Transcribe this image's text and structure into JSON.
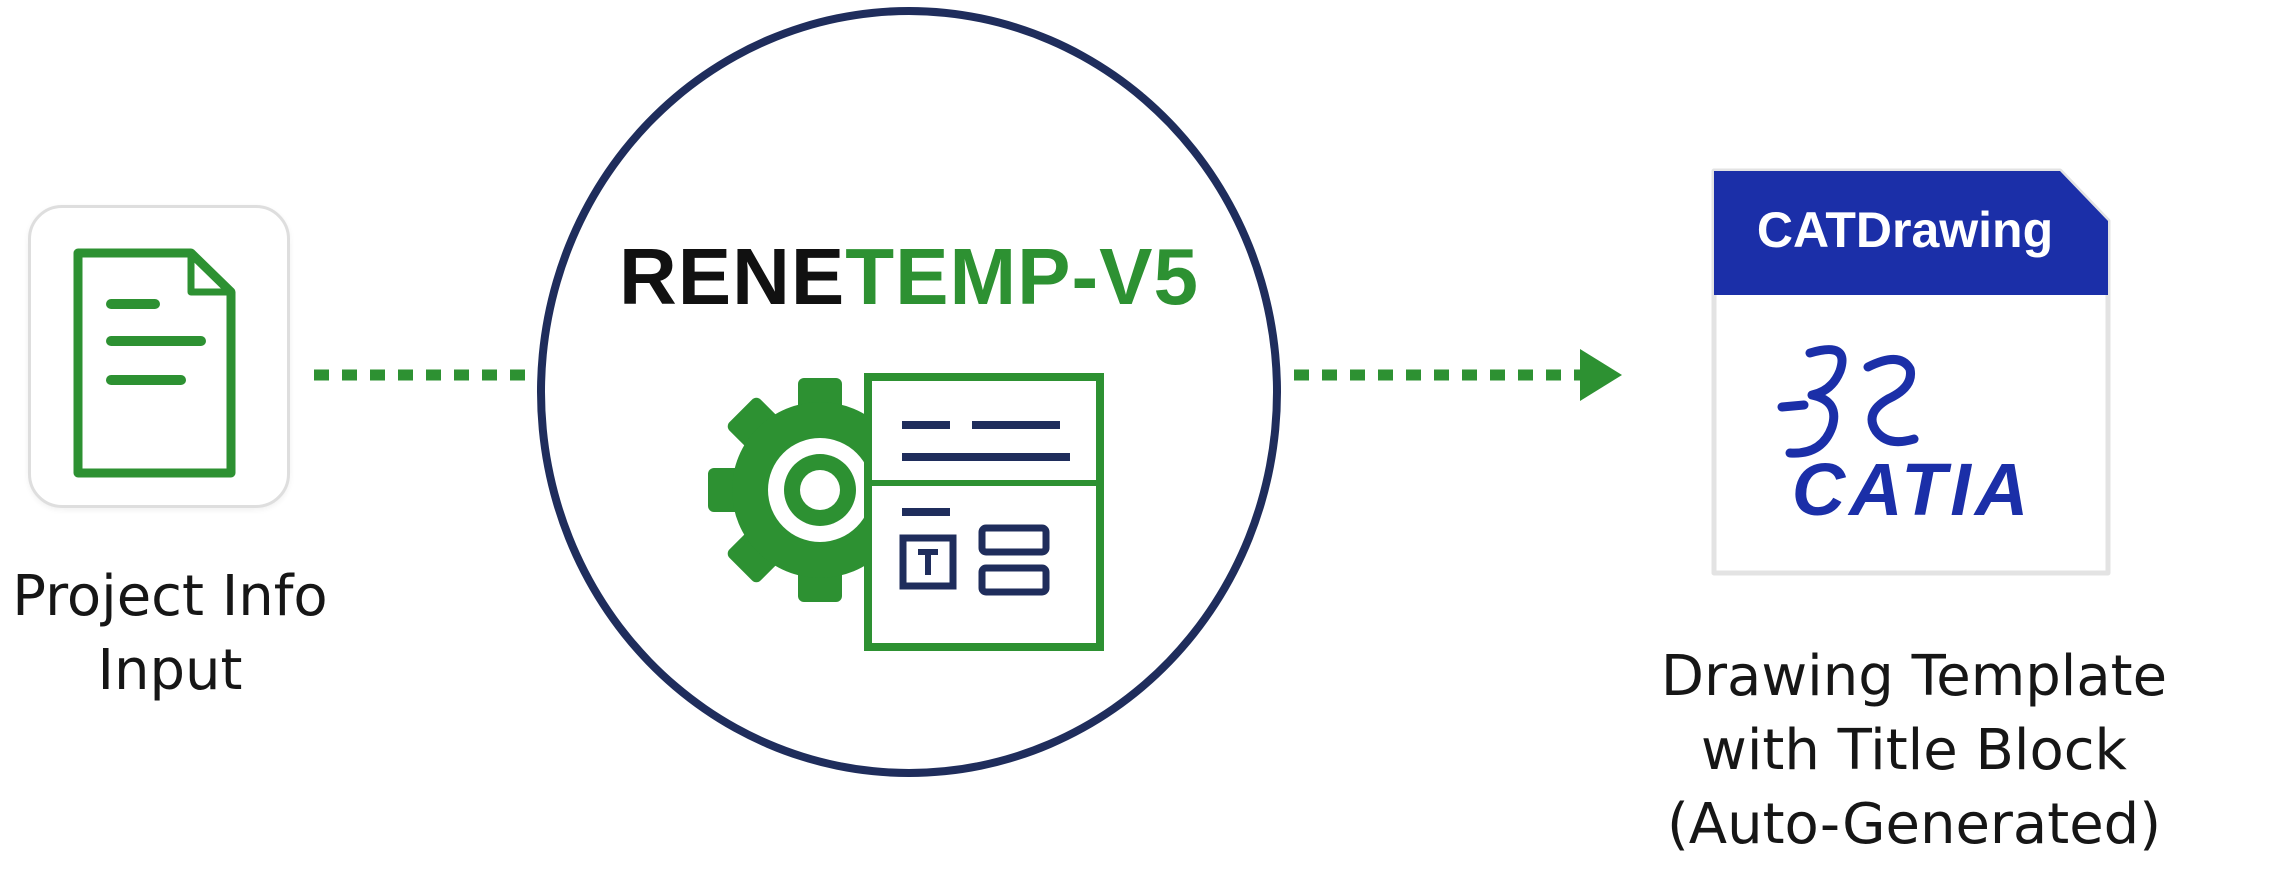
{
  "input": {
    "caption_line1": "Project Info",
    "caption_line2": "Input",
    "icon": "document-icon"
  },
  "engine": {
    "title_part1": "RENE",
    "title_part2": "TEMP-V5",
    "icon": "gear-template-icon"
  },
  "output": {
    "file_extension": "CATDrawing",
    "brand": "CATIA",
    "logo": "3ds-logo",
    "caption_line1": "Drawing Template",
    "caption_line2": "with Title Block",
    "caption_line3": "(Auto-Generated)"
  },
  "colors": {
    "green": "#2d9132",
    "navy": "#1f2d5c",
    "catia_blue": "#1b2fa8",
    "border_gray": "#dedede"
  }
}
